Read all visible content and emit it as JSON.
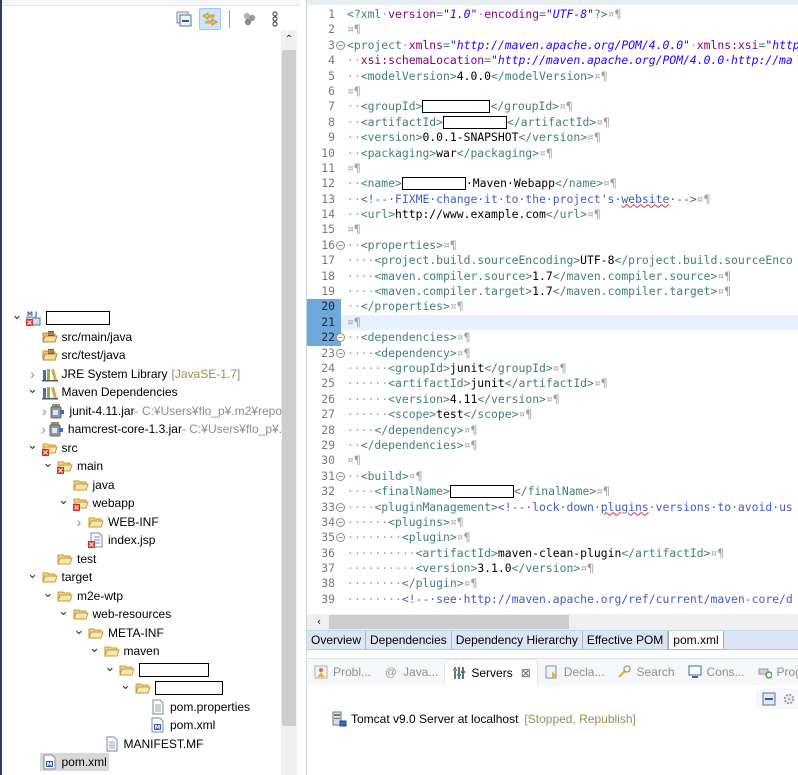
{
  "explorer": {
    "toolbar": {
      "collapse_all": "collapse-all-icon",
      "link_with_editor": "link-with-editor-icon",
      "filters": "filters-icon",
      "view_menu": "view-menu-icon"
    },
    "tree": [
      {
        "depth": 0,
        "expanded": true,
        "icon": "maven-web-project-icon",
        "label": "",
        "redacted": true,
        "redact_width": 64,
        "error": true
      },
      {
        "depth": 1,
        "expanded": null,
        "icon": "source-folder-icon",
        "label": "src/main/java"
      },
      {
        "depth": 1,
        "expanded": null,
        "icon": "source-folder-icon",
        "label": "src/test/java"
      },
      {
        "depth": 1,
        "expanded": false,
        "icon": "library-icon",
        "label": "JRE System Library",
        "decoration": "[JavaSE-1.7]"
      },
      {
        "depth": 1,
        "expanded": true,
        "icon": "library-icon",
        "label": "Maven Dependencies"
      },
      {
        "depth": 2,
        "expanded": false,
        "icon": "jar-icon",
        "label": "junit-4.11.jar",
        "path": " - C:¥Users¥flo_p¥.m2¥repo"
      },
      {
        "depth": 2,
        "expanded": false,
        "icon": "jar-icon",
        "label": "hamcrest-core-1.3.jar",
        "path": " - C:¥Users¥flo_p¥."
      },
      {
        "depth": 1,
        "expanded": true,
        "icon": "folder-icon",
        "label": "src",
        "error": true
      },
      {
        "depth": 2,
        "expanded": true,
        "icon": "folder-icon",
        "label": "main",
        "error": true
      },
      {
        "depth": 3,
        "expanded": null,
        "icon": "folder-icon",
        "label": "java"
      },
      {
        "depth": 3,
        "expanded": true,
        "icon": "folder-icon",
        "label": "webapp",
        "error": true
      },
      {
        "depth": 4,
        "expanded": false,
        "icon": "folder-icon",
        "label": "WEB-INF"
      },
      {
        "depth": 4,
        "expanded": null,
        "icon": "jsp-file-icon",
        "label": "index.jsp",
        "error": true
      },
      {
        "depth": 2,
        "expanded": null,
        "icon": "folder-icon",
        "label": "test"
      },
      {
        "depth": 1,
        "expanded": true,
        "icon": "folder-icon",
        "label": "target"
      },
      {
        "depth": 2,
        "expanded": true,
        "icon": "folder-icon",
        "label": "m2e-wtp"
      },
      {
        "depth": 3,
        "expanded": true,
        "icon": "folder-icon",
        "label": "web-resources"
      },
      {
        "depth": 4,
        "expanded": true,
        "icon": "folder-icon",
        "label": "META-INF"
      },
      {
        "depth": 5,
        "expanded": true,
        "icon": "folder-icon",
        "label": "maven"
      },
      {
        "depth": 6,
        "expanded": true,
        "icon": "folder-icon",
        "label": "",
        "redacted": true,
        "redact_width": 70
      },
      {
        "depth": 7,
        "expanded": true,
        "icon": "folder-icon",
        "label": "",
        "redacted": true,
        "redact_width": 68
      },
      {
        "depth": 8,
        "expanded": null,
        "icon": "text-file-icon",
        "label": "pom.properties"
      },
      {
        "depth": 8,
        "expanded": null,
        "icon": "maven-pom-icon",
        "label": "pom.xml"
      },
      {
        "depth": 5,
        "expanded": null,
        "icon": "text-file-icon",
        "label": "MANIFEST.MF"
      },
      {
        "depth": 1,
        "expanded": null,
        "icon": "maven-pom-icon",
        "label": "pom.xml",
        "selected": true
      }
    ]
  },
  "editor": {
    "current_line": 21,
    "changed_lines": [
      20,
      21,
      22
    ],
    "lines": [
      {
        "n": 1,
        "fold": false,
        "parts": [
          [
            "tag",
            "<?xml"
          ],
          [
            "ws",
            "·"
          ],
          [
            "attr",
            "version"
          ],
          [
            "tag",
            "="
          ],
          [
            "str",
            "\"1.0\""
          ],
          [
            "ws",
            "·"
          ],
          [
            "attr",
            "encoding"
          ],
          [
            "tag",
            "="
          ],
          [
            "str",
            "\"UTF-8\""
          ],
          [
            "tag",
            "?>"
          ],
          [
            "ws",
            "¤¶"
          ]
        ]
      },
      {
        "n": 2,
        "fold": false,
        "parts": [
          [
            "ws",
            "¤¶"
          ]
        ]
      },
      {
        "n": 3,
        "fold": true,
        "parts": [
          [
            "tag",
            "<project"
          ],
          [
            "ws",
            "·"
          ],
          [
            "attr",
            "xmlns"
          ],
          [
            "tag",
            "="
          ],
          [
            "str",
            "\"http://maven.apache.org/POM/4.0.0\""
          ],
          [
            "ws",
            "·"
          ],
          [
            "attr",
            "xmlns:xsi"
          ],
          [
            "tag",
            "="
          ],
          [
            "str",
            "\"http"
          ]
        ]
      },
      {
        "n": 4,
        "fold": false,
        "parts": [
          [
            "ws",
            "··"
          ],
          [
            "attr",
            "xsi:schemaLocation"
          ],
          [
            "tag",
            "="
          ],
          [
            "str",
            "\"http://maven.apache.org/POM/4.0.0·http://ma"
          ]
        ]
      },
      {
        "n": 5,
        "fold": false,
        "parts": [
          [
            "ws",
            "··"
          ],
          [
            "tag",
            "<modelVersion>"
          ],
          [
            "val",
            "4.0.0"
          ],
          [
            "tag",
            "</modelVersion>"
          ],
          [
            "ws",
            "¤¶"
          ]
        ]
      },
      {
        "n": 6,
        "fold": false,
        "parts": [
          [
            "ws",
            "¤¶"
          ]
        ]
      },
      {
        "n": 7,
        "fold": false,
        "parts": [
          [
            "ws",
            "··"
          ],
          [
            "tag",
            "<groupId>"
          ],
          [
            "redact",
            "68"
          ],
          [
            "tag",
            "</groupId>"
          ],
          [
            "ws",
            "¤¶"
          ]
        ]
      },
      {
        "n": 8,
        "fold": false,
        "parts": [
          [
            "ws",
            "··"
          ],
          [
            "tag",
            "<artifactId>"
          ],
          [
            "redact",
            "64"
          ],
          [
            "tag",
            "</artifactId>"
          ],
          [
            "ws",
            "¤¶"
          ]
        ]
      },
      {
        "n": 9,
        "fold": false,
        "parts": [
          [
            "ws",
            "··"
          ],
          [
            "tag",
            "<version>"
          ],
          [
            "val",
            "0.0.1-SNAPSHOT"
          ],
          [
            "tag",
            "</version>"
          ],
          [
            "ws",
            "¤¶"
          ]
        ]
      },
      {
        "n": 10,
        "fold": false,
        "parts": [
          [
            "ws",
            "··"
          ],
          [
            "tag",
            "<packaging>"
          ],
          [
            "val",
            "war"
          ],
          [
            "tag",
            "</packaging>"
          ],
          [
            "ws",
            "¤¶"
          ]
        ]
      },
      {
        "n": 11,
        "fold": false,
        "parts": [
          [
            "ws",
            "¤¶"
          ]
        ]
      },
      {
        "n": 12,
        "fold": false,
        "parts": [
          [
            "ws",
            "··"
          ],
          [
            "tag",
            "<name>"
          ],
          [
            "redact",
            "64"
          ],
          [
            "val",
            "·Maven·Webapp"
          ],
          [
            "tag",
            "</name>"
          ],
          [
            "ws",
            "¤¶"
          ]
        ]
      },
      {
        "n": 13,
        "fold": false,
        "parts": [
          [
            "ws",
            "··"
          ],
          [
            "cmt",
            "<!--·FIXME·change·it·to·the·project's·"
          ],
          [
            "spell",
            "website"
          ],
          [
            "cmt",
            "·-->"
          ],
          [
            "ws",
            "¤¶"
          ]
        ]
      },
      {
        "n": 14,
        "fold": false,
        "parts": [
          [
            "ws",
            "··"
          ],
          [
            "tag",
            "<url>"
          ],
          [
            "val",
            "http://www.example.com"
          ],
          [
            "tag",
            "</url>"
          ],
          [
            "ws",
            "¤¶"
          ]
        ]
      },
      {
        "n": 15,
        "fold": false,
        "parts": [
          [
            "ws",
            "¤¶"
          ]
        ]
      },
      {
        "n": 16,
        "fold": true,
        "parts": [
          [
            "ws",
            "··"
          ],
          [
            "tag",
            "<properties>"
          ],
          [
            "ws",
            "¤¶"
          ]
        ]
      },
      {
        "n": 17,
        "fold": false,
        "parts": [
          [
            "ws",
            "····"
          ],
          [
            "tag",
            "<project.build.sourceEncoding>"
          ],
          [
            "val",
            "UTF-8"
          ],
          [
            "tag",
            "</project.build.sourceEnco"
          ]
        ]
      },
      {
        "n": 18,
        "fold": false,
        "parts": [
          [
            "ws",
            "····"
          ],
          [
            "tag",
            "<maven.compiler.source>"
          ],
          [
            "val",
            "1.7"
          ],
          [
            "tag",
            "</maven.compiler.source>"
          ],
          [
            "ws",
            "¤¶"
          ]
        ]
      },
      {
        "n": 19,
        "fold": false,
        "parts": [
          [
            "ws",
            "····"
          ],
          [
            "tag",
            "<maven.compiler.target>"
          ],
          [
            "val",
            "1.7"
          ],
          [
            "tag",
            "</maven.compiler.target>"
          ],
          [
            "ws",
            "¤¶"
          ]
        ]
      },
      {
        "n": 20,
        "fold": false,
        "parts": [
          [
            "ws",
            "··"
          ],
          [
            "tag",
            "</properties>"
          ],
          [
            "ws",
            "¤¶"
          ]
        ]
      },
      {
        "n": 21,
        "fold": false,
        "parts": [
          [
            "ws",
            "¤¶"
          ]
        ]
      },
      {
        "n": 22,
        "fold": true,
        "parts": [
          [
            "ws",
            "··"
          ],
          [
            "tag",
            "<dependencies>"
          ],
          [
            "ws",
            "¤¶"
          ]
        ]
      },
      {
        "n": 23,
        "fold": true,
        "parts": [
          [
            "ws",
            "····"
          ],
          [
            "tag",
            "<dependency>"
          ],
          [
            "ws",
            "¤¶"
          ]
        ]
      },
      {
        "n": 24,
        "fold": false,
        "parts": [
          [
            "ws",
            "······"
          ],
          [
            "tag",
            "<groupId>"
          ],
          [
            "val",
            "junit"
          ],
          [
            "tag",
            "</groupId>"
          ],
          [
            "ws",
            "¤¶"
          ]
        ]
      },
      {
        "n": 25,
        "fold": false,
        "parts": [
          [
            "ws",
            "······"
          ],
          [
            "tag",
            "<artifactId>"
          ],
          [
            "val",
            "junit"
          ],
          [
            "tag",
            "</artifactId>"
          ],
          [
            "ws",
            "¤¶"
          ]
        ]
      },
      {
        "n": 26,
        "fold": false,
        "parts": [
          [
            "ws",
            "······"
          ],
          [
            "tag",
            "<version>"
          ],
          [
            "val",
            "4.11"
          ],
          [
            "tag",
            "</version>"
          ],
          [
            "ws",
            "¤¶"
          ]
        ]
      },
      {
        "n": 27,
        "fold": false,
        "parts": [
          [
            "ws",
            "······"
          ],
          [
            "tag",
            "<scope>"
          ],
          [
            "val",
            "test"
          ],
          [
            "tag",
            "</scope>"
          ],
          [
            "ws",
            "¤¶"
          ]
        ]
      },
      {
        "n": 28,
        "fold": false,
        "parts": [
          [
            "ws",
            "····"
          ],
          [
            "tag",
            "</dependency>"
          ],
          [
            "ws",
            "¤¶"
          ]
        ]
      },
      {
        "n": 29,
        "fold": false,
        "parts": [
          [
            "ws",
            "··"
          ],
          [
            "tag",
            "</dependencies>"
          ],
          [
            "ws",
            "¤¶"
          ]
        ]
      },
      {
        "n": 30,
        "fold": false,
        "parts": [
          [
            "ws",
            "¤¶"
          ]
        ]
      },
      {
        "n": 31,
        "fold": true,
        "parts": [
          [
            "ws",
            "··"
          ],
          [
            "tag",
            "<build>"
          ],
          [
            "ws",
            "¤¶"
          ]
        ]
      },
      {
        "n": 32,
        "fold": false,
        "parts": [
          [
            "ws",
            "····"
          ],
          [
            "tag",
            "<finalName>"
          ],
          [
            "redact",
            "64"
          ],
          [
            "tag",
            "</finalName>"
          ],
          [
            "ws",
            "¤¶"
          ]
        ]
      },
      {
        "n": 33,
        "fold": true,
        "parts": [
          [
            "ws",
            "····"
          ],
          [
            "tag",
            "<pluginManagement>"
          ],
          [
            "cmt",
            "<!--·lock·down·"
          ],
          [
            "spell",
            "plugins"
          ],
          [
            "cmt",
            "·versions·to·avoid·us"
          ]
        ]
      },
      {
        "n": 34,
        "fold": true,
        "parts": [
          [
            "ws",
            "······"
          ],
          [
            "tag",
            "<plugins>"
          ],
          [
            "ws",
            "¤¶"
          ]
        ]
      },
      {
        "n": 35,
        "fold": true,
        "parts": [
          [
            "ws",
            "········"
          ],
          [
            "tag",
            "<plugin>"
          ],
          [
            "ws",
            "¤¶"
          ]
        ]
      },
      {
        "n": 36,
        "fold": false,
        "parts": [
          [
            "ws",
            "··········"
          ],
          [
            "tag",
            "<artifactId>"
          ],
          [
            "val",
            "maven-clean-plugin"
          ],
          [
            "tag",
            "</artifactId>"
          ],
          [
            "ws",
            "¤¶"
          ]
        ]
      },
      {
        "n": 37,
        "fold": false,
        "parts": [
          [
            "ws",
            "··········"
          ],
          [
            "tag",
            "<version>"
          ],
          [
            "val",
            "3.1.0"
          ],
          [
            "tag",
            "</version>"
          ],
          [
            "ws",
            "¤¶"
          ]
        ]
      },
      {
        "n": 38,
        "fold": false,
        "parts": [
          [
            "ws",
            "········"
          ],
          [
            "tag",
            "</plugin>"
          ],
          [
            "ws",
            "¤¶"
          ]
        ]
      },
      {
        "n": 39,
        "fold": false,
        "parts": [
          [
            "ws",
            "········"
          ],
          [
            "cmt",
            "<!--·see·http://maven.apache.org/ref/current/maven-core/d"
          ]
        ]
      }
    ],
    "page_tabs": [
      {
        "label": "Overview",
        "active": false
      },
      {
        "label": "Dependencies",
        "active": false
      },
      {
        "label": "Dependency Hierarchy",
        "active": false
      },
      {
        "label": "Effective POM",
        "active": false
      },
      {
        "label": "pom.xml",
        "active": true
      }
    ]
  },
  "bottom": {
    "tabs": [
      {
        "label": "Probl...",
        "icon": "problems-icon",
        "active": false
      },
      {
        "label": "Java...",
        "icon": "javadoc-icon",
        "active": false
      },
      {
        "label": "Servers",
        "icon": "servers-icon",
        "active": true,
        "close": "⊠"
      },
      {
        "label": "Decla...",
        "icon": "declaration-icon",
        "active": false
      },
      {
        "label": "Search",
        "icon": "search-icon",
        "active": false
      },
      {
        "label": "Cons...",
        "icon": "console-icon",
        "active": false
      },
      {
        "label": "Progr...",
        "icon": "progress-icon",
        "active": false
      }
    ],
    "server": {
      "name": "Tomcat v9.0 Server at localhost",
      "status": "[Stopped, Republish]"
    }
  },
  "colors": {
    "xml_tag": "#3f7f7f",
    "xml_attr": "#7f007f",
    "xml_string": "#2a00ff",
    "xml_comment": "#3f5fbf",
    "current_line": "#e8f2fe",
    "decoration": "#a08a52",
    "selection": "#d9d9d9"
  }
}
